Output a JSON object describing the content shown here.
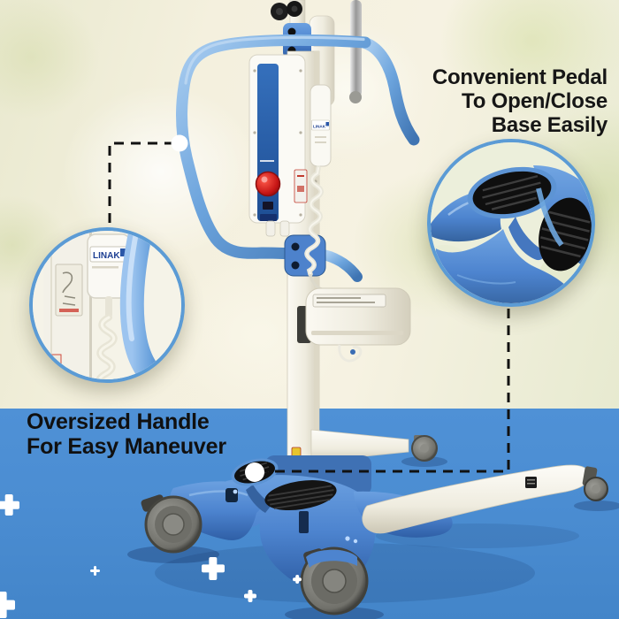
{
  "annotations": {
    "pedal_callout": {
      "line1": "Convenient Pedal",
      "line2": "To Open/Close",
      "line3": "Base Easily"
    },
    "handle_callout": {
      "line1": "Oversized Handle",
      "line2": "For Easy Maneuver"
    }
  },
  "device": {
    "brand_label": "LINAK",
    "brand_label_callout": "LINAK"
  },
  "decorations": {
    "plus_symbol": "+",
    "plus_count": 6
  },
  "colors": {
    "callout_ring": "#5b9bd5",
    "bottom_band": "#4b8dd2",
    "annotation_text": "#161616",
    "tube_blue": "#6aa3dc",
    "base_blue": "#4d84cf",
    "leg_ivory": "#f2efe3",
    "estop_red": "#c81e1e",
    "caster_grey": "#8a8a84",
    "connector_dash": "#111111",
    "marker_dot": "#ffffff"
  }
}
